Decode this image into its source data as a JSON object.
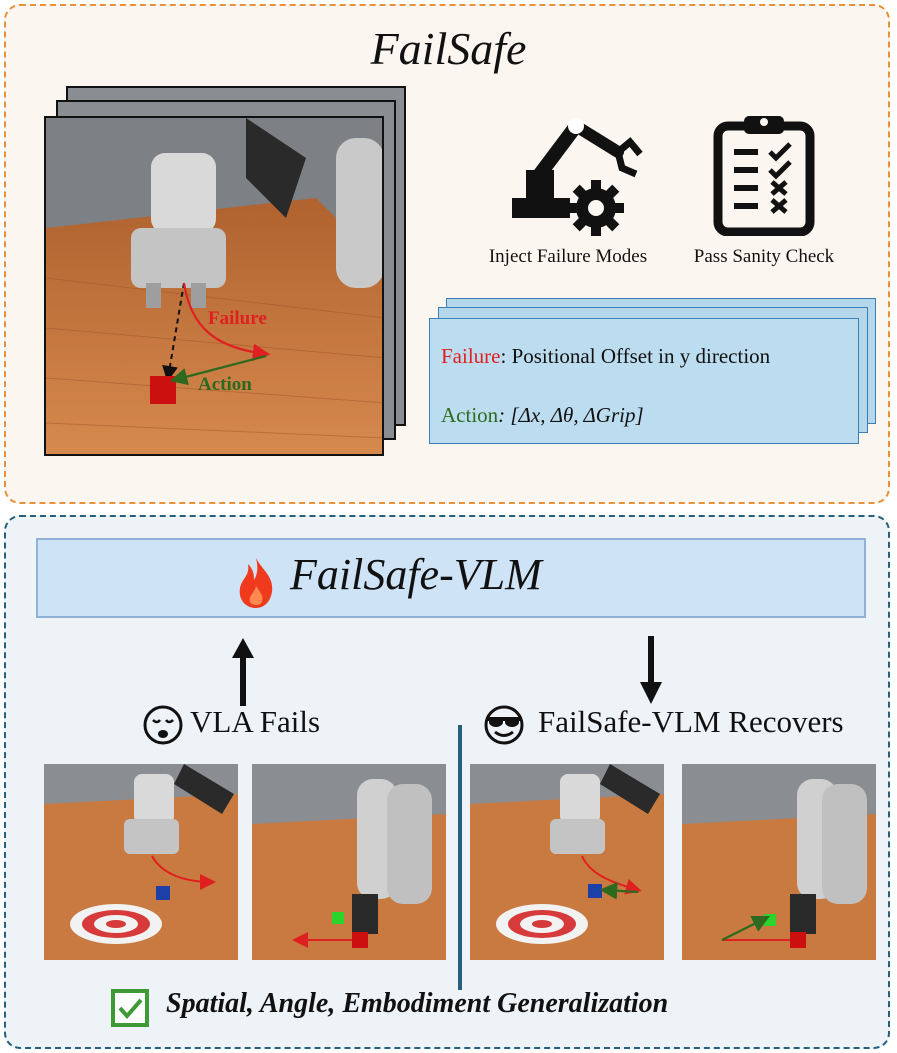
{
  "top_panel": {
    "title": "FailSafe",
    "scene_labels": {
      "failure": "Failure",
      "action": "Action"
    },
    "icons": [
      {
        "name": "robot-arm-gear-icon",
        "label": "Inject Failure Modes"
      },
      {
        "name": "clipboard-checklist-icon",
        "label": "Pass Sanity Check"
      }
    ],
    "card": {
      "failure_key": "Failure",
      "failure_text": ": Positional Offset in y direction",
      "action_key": "Action",
      "action_text": ": [Δx, Δθ, ΔGrip]"
    }
  },
  "bottom_panel": {
    "model_title": "FailSafe-VLM",
    "left_label": "VLA Fails",
    "right_label": "FailSafe-VLM Recovers",
    "caption": "Spatial, Angle, Embodiment Generalization"
  },
  "colors": {
    "top_border": "#e8913a",
    "bottom_border": "#26607a",
    "failure_red": "#e02020",
    "action_green": "#2d6a1f",
    "card_fill": "#bcdcf0",
    "vlm_box": "#cfe3f7",
    "check_green": "#3d9a35"
  }
}
